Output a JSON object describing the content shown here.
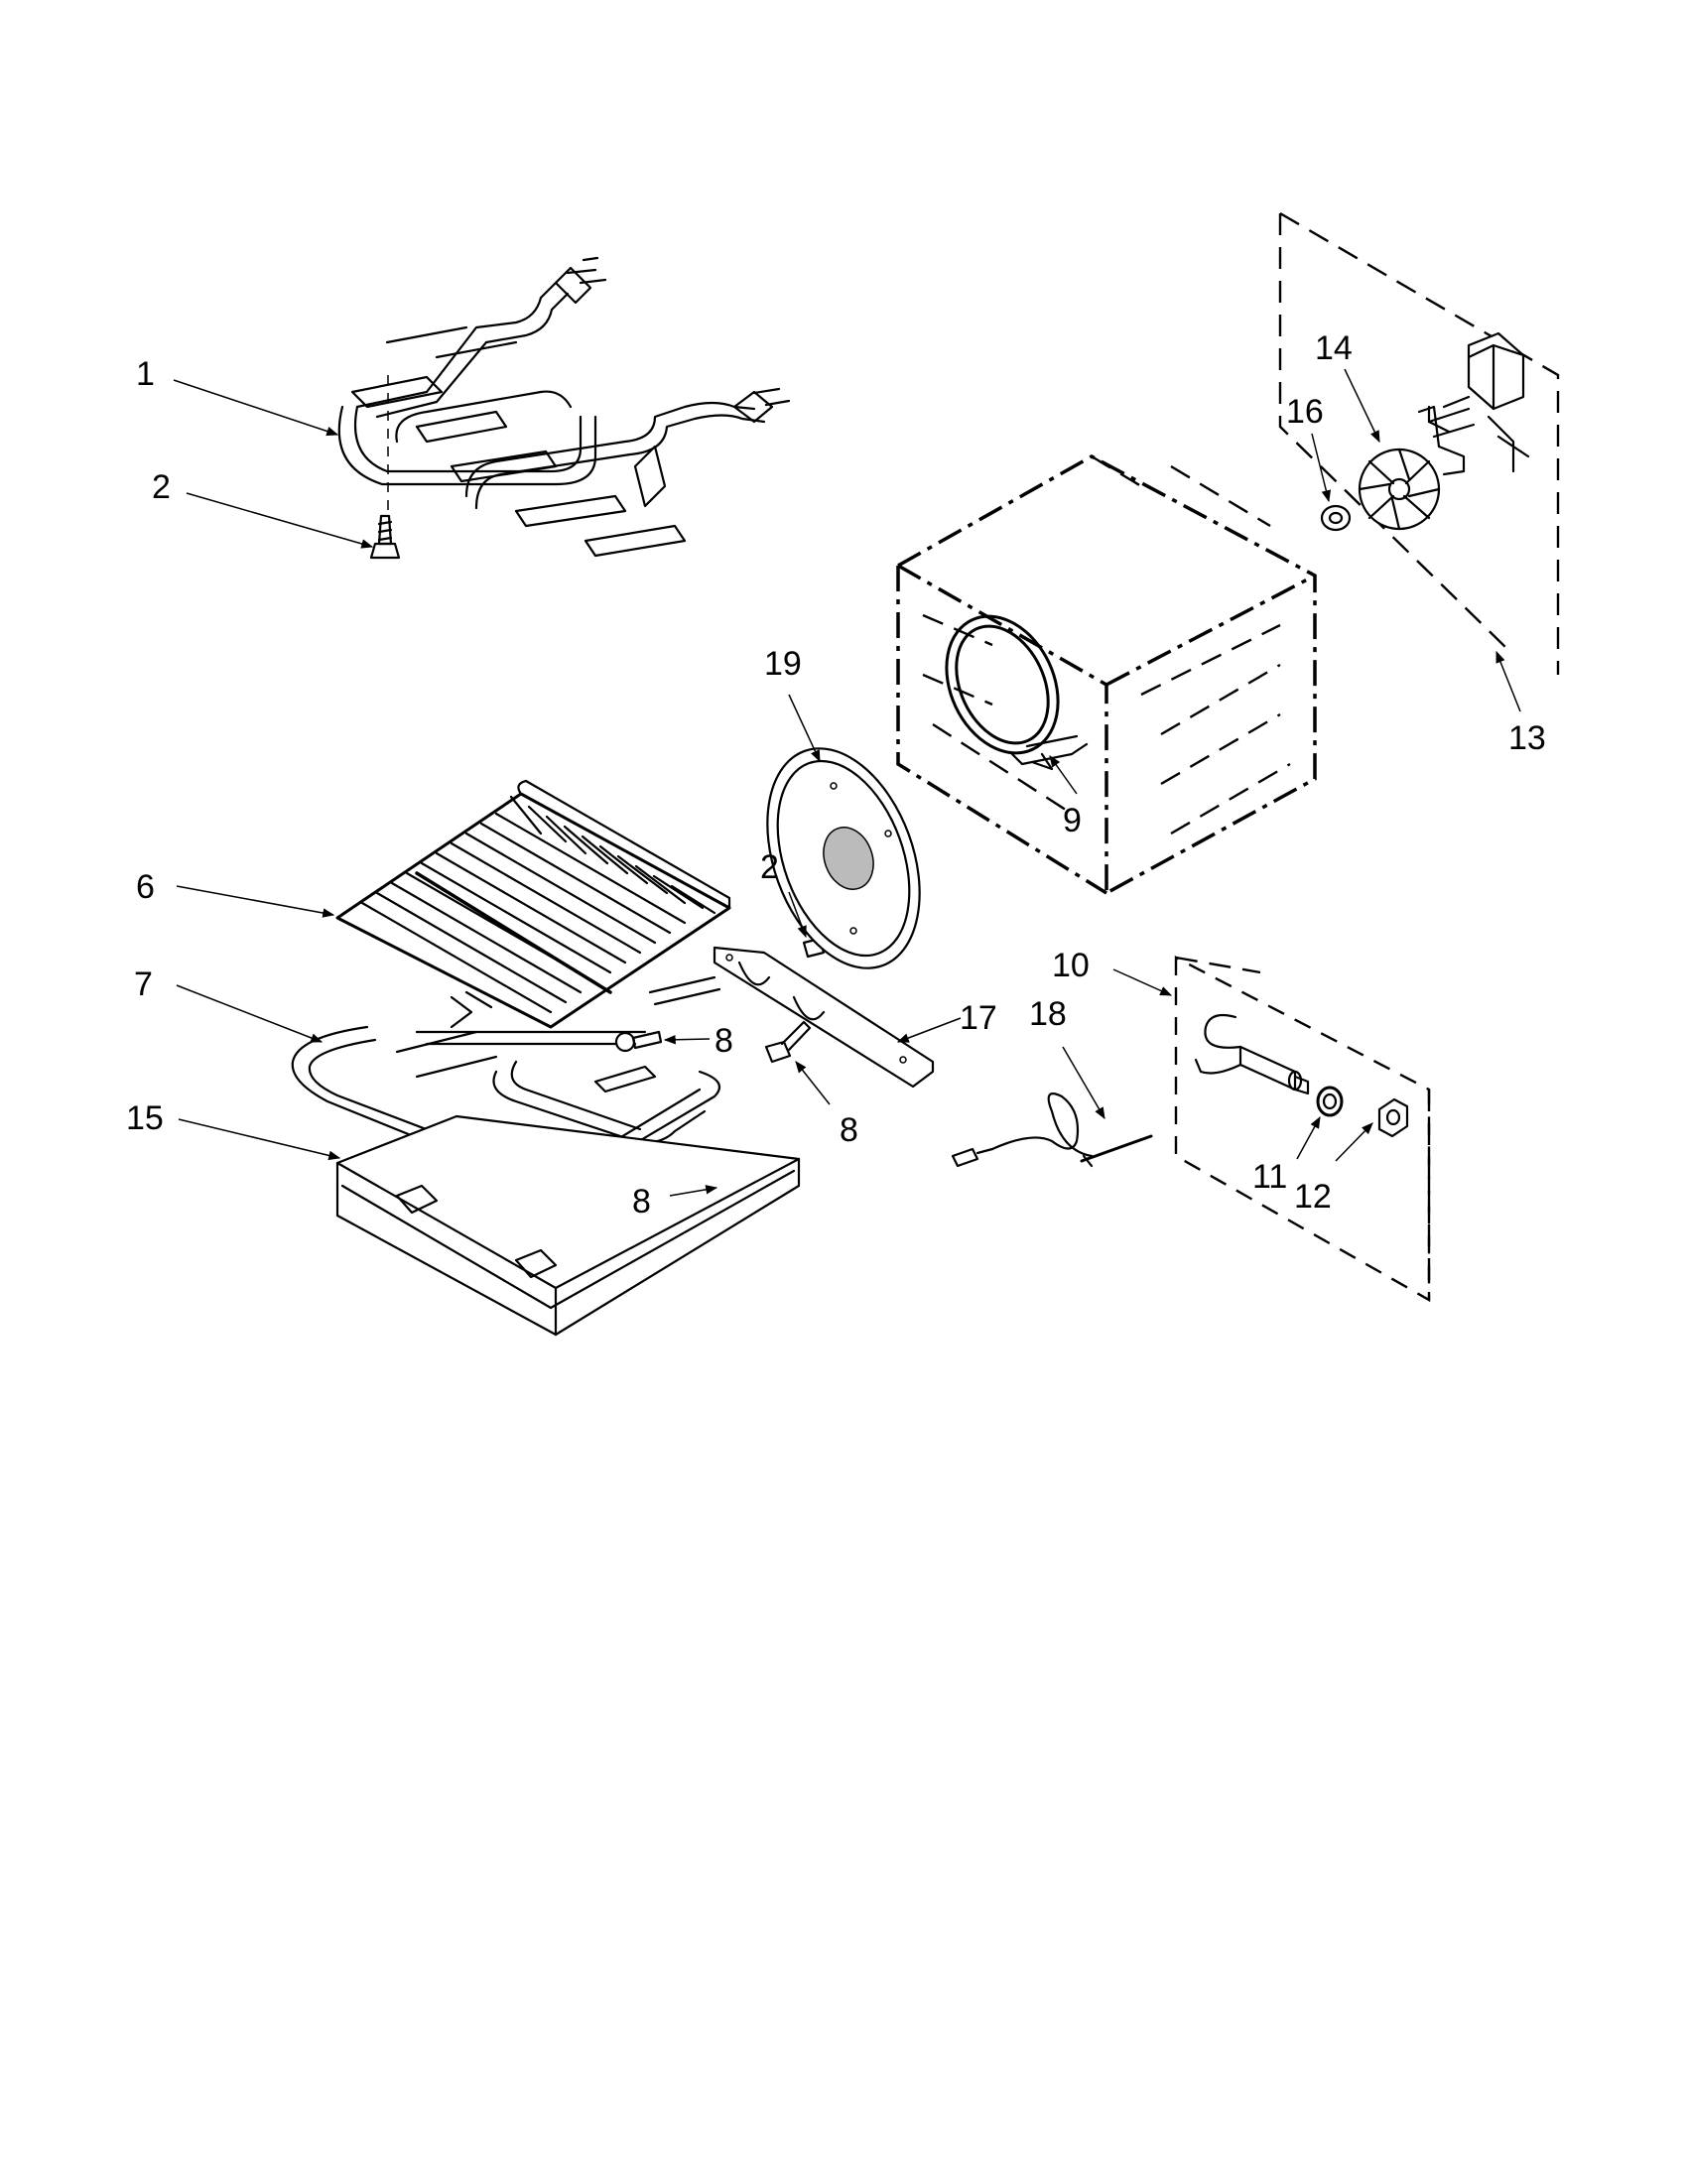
{
  "labels": {
    "part_1": "1",
    "part_2a": "2",
    "part_2b": "2",
    "part_6": "6",
    "part_7": "7",
    "part_8a": "8",
    "part_8b": "8",
    "part_8c": "8",
    "part_9": "9",
    "part_10": "10",
    "part_11": "11",
    "part_12": "12",
    "part_13": "13",
    "part_14": "14",
    "part_15": "15",
    "part_16": "16",
    "part_17": "17",
    "part_18": "18",
    "part_19": "19"
  }
}
